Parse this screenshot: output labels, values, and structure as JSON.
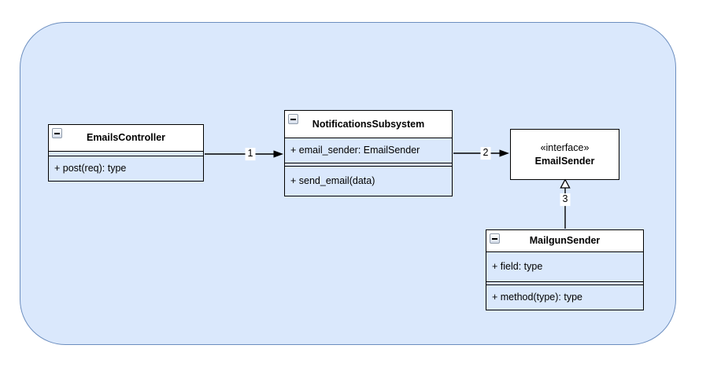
{
  "diagram_type": "uml-class-diagram",
  "colors": {
    "boundary_fill": "#dae8fc",
    "boundary_stroke": "#6c8ebf",
    "class_header_fill": "#ffffff",
    "class_body_fill": "#dae8fc",
    "class_stroke": "#000000",
    "edge_color": "#000000"
  },
  "icons": {
    "collapse": "minus-icon"
  },
  "classes": [
    {
      "title": "EmailsController",
      "fields": [],
      "methods": [
        "+ post(req): type"
      ]
    },
    {
      "title": "NotificationsSubsystem",
      "fields": [
        "+ email_sender: EmailSender"
      ],
      "methods": [
        "+ send_email(data)"
      ]
    },
    {
      "stereotype": "«interface»",
      "title": "EmailSender"
    },
    {
      "title": "MailgunSender",
      "fields": [
        "+ field: type"
      ],
      "methods": [
        "+ method(type): type"
      ]
    }
  ],
  "edges": [
    {
      "label": "1",
      "from": "EmailsController",
      "to": "NotificationsSubsystem",
      "type": "directed-association"
    },
    {
      "label": "2",
      "from": "NotificationsSubsystem",
      "to": "EmailSender",
      "type": "directed-association"
    },
    {
      "label": "3",
      "from": "MailgunSender",
      "to": "EmailSender",
      "type": "realization"
    }
  ]
}
